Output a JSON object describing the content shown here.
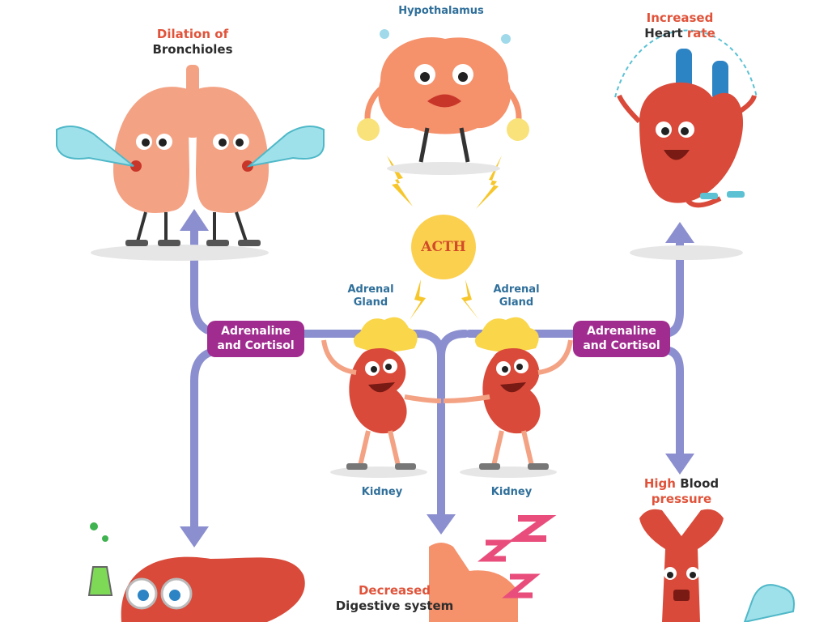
{
  "labels": {
    "hypothalamus": "Hypothalamus",
    "acth": "ACTH",
    "adrenal_gland_left_1": "Adrenal",
    "adrenal_gland_left_2": "Gland",
    "adrenal_gland_right_1": "Adrenal",
    "adrenal_gland_right_2": "Gland",
    "kidney_left": "Kidney",
    "kidney_right": "Kidney",
    "hormones_left_1": "Adrenaline",
    "hormones_left_2": "and Cortisol",
    "hormones_right_1": "Adrenaline",
    "hormones_right_2": "and Cortisol"
  },
  "effects": {
    "bronchioles": {
      "line1": "Dilation of",
      "line2": "Bronchioles"
    },
    "heart": {
      "line1": "Increased",
      "line2_dark": "Heart",
      "line2_red": "rate"
    },
    "blood_pressure": {
      "line1_red": "High",
      "line1_dark": "Blood",
      "line2": "pressure"
    },
    "digestion": {
      "line1": "Decreased",
      "line2": "Digestive system"
    }
  },
  "colors": {
    "arrow": "#8b8fcf",
    "hormone_pill": "#a12c8f",
    "label_red": "#e0533a",
    "label_blue": "#2f6f9a",
    "acth_sun": "#fbd04e",
    "organ_red": "#d94a3a",
    "lung_pink": "#f4a284",
    "brain_orange": "#f5916b",
    "lightning": "#f6c62b",
    "hair_yellow": "#f9d64a"
  }
}
